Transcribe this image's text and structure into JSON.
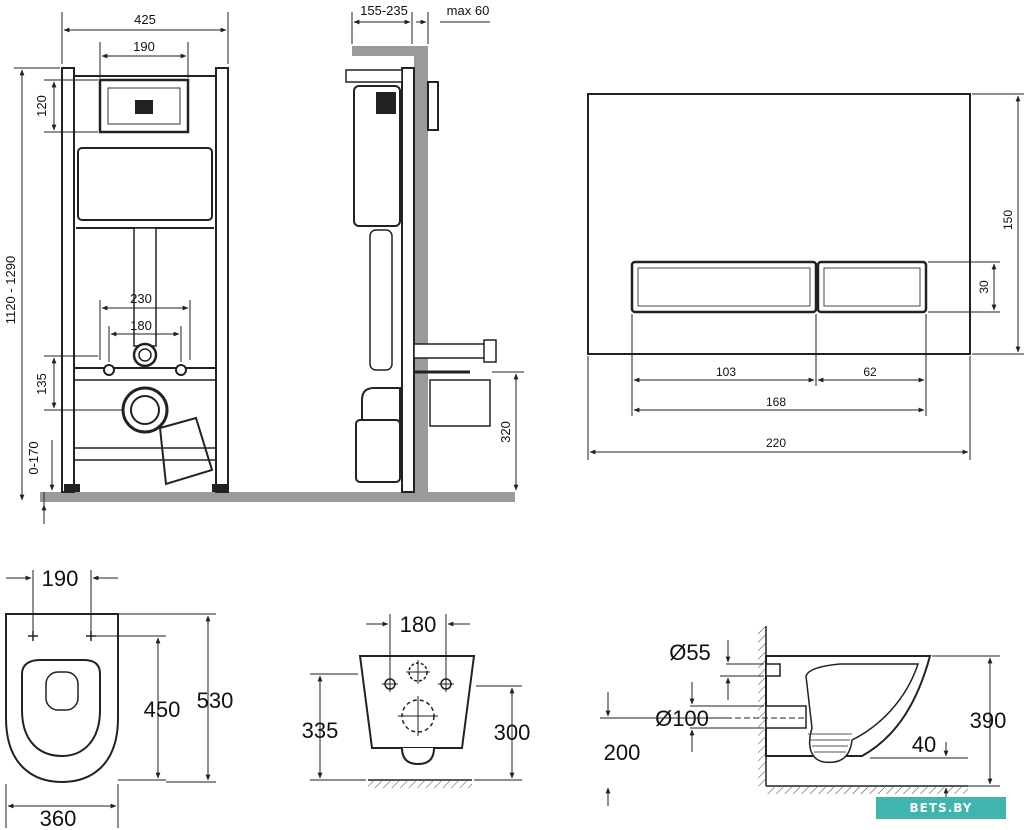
{
  "frame": {
    "width": "425",
    "tank_spacing": "190",
    "height_range": "1120 - 1290",
    "top_offset": "120",
    "bolt_spacing_outer": "230",
    "bolt_spacing_inner": "180",
    "drain_offset": "135",
    "floor_range": "0-170"
  },
  "side": {
    "depth_range": "155-235",
    "wall_max": "max 60",
    "drain_height": "320"
  },
  "plate": {
    "height": "150",
    "button_height": "30",
    "left_button": "103",
    "right_button": "62",
    "buttons_total": "168",
    "width": "220"
  },
  "bowl_top": {
    "hole_spacing": "190",
    "inner_length": "450",
    "length": "530",
    "width": "360"
  },
  "bowl_front": {
    "hole_spacing": "180",
    "height": "335",
    "rim_height": "300"
  },
  "bowl_side": {
    "inlet_diameter": "Ø55",
    "outlet_diameter": "Ø100",
    "outlet_height": "200",
    "height": "390",
    "water_depth": "40"
  },
  "watermark": "BETS.BY",
  "colors": {
    "line": "#222222",
    "watermark_bg": "#3fb5ad"
  }
}
